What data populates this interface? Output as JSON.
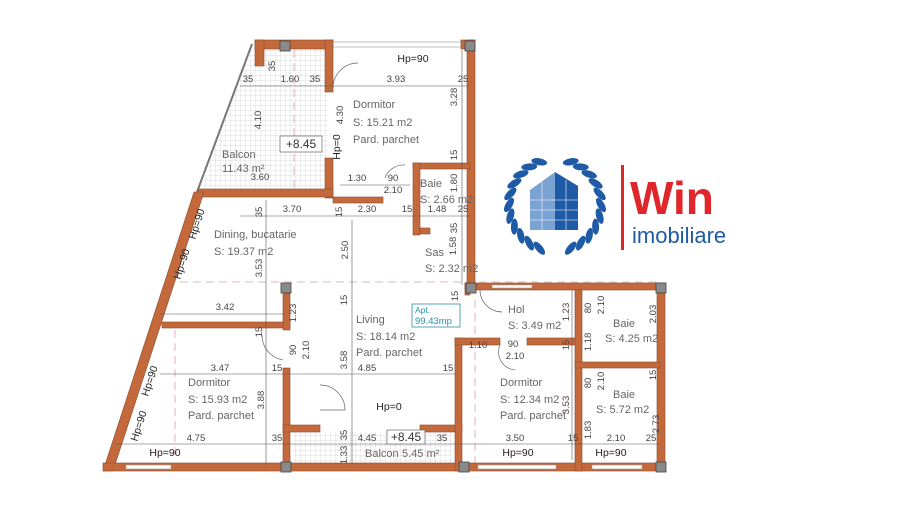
{
  "colors": {
    "wall": "#c4693c",
    "brand_red": "#e0252b",
    "brand_blue": "#1f5aa6",
    "apt_label": "#2a8fa8"
  },
  "rooms": [
    {
      "name": "Balcon",
      "area": "11.43 m²"
    },
    {
      "name": "Dormitor",
      "area": "S: 15.21 m2",
      "floor": "Pard. parchet"
    },
    {
      "name": "Baie",
      "area": "S: 2.66 m2"
    },
    {
      "name": "Dining, bucatarie",
      "area": "S: 19.37 m2"
    },
    {
      "name": "Sas",
      "area": "S: 2.32 m2"
    },
    {
      "name": "Living",
      "area": "S: 18.14 m2",
      "floor": "Pard. parchet"
    },
    {
      "name": "Hol",
      "area": "S: 3.49 m2"
    },
    {
      "name": "Dormitor",
      "area": "S: 15.93 m2",
      "floor": "Pard. parchet"
    },
    {
      "name": "Dormitor",
      "area": "S: 12.34 m2",
      "floor": "Pard. parchet"
    },
    {
      "name": "Baie",
      "area": "S: 4.25 m2"
    },
    {
      "name": "Baie",
      "area": "S: 5.72 m2"
    },
    {
      "name": "Balcon",
      "area": "5.45 m²"
    }
  ],
  "elevations": [
    "+8.45",
    "+8.45"
  ],
  "apartment": {
    "label": "Apt.",
    "area": "99.43mp"
  },
  "heights": [
    "Hp=90",
    "Hp=0",
    "Hp=90",
    "Hp=90",
    "Hp=90",
    "Hp=90",
    "Hp=0",
    "Hp=90",
    "Hp=90",
    "Hp=90"
  ],
  "dimensions": [
    "35",
    "1.60",
    "35",
    "3.93",
    "25",
    "35",
    "4.10",
    "4.30",
    "3.28",
    "15",
    "3.60",
    "1.30",
    "90",
    "2.10",
    "1.80",
    "35",
    "3.70",
    "15",
    "2.30",
    "15",
    "1.48",
    "25",
    "35",
    "2.50",
    "1.58",
    "3.53",
    "15",
    "15",
    "3.42",
    "1.23",
    "15",
    "90",
    "2.10",
    "3.47",
    "15",
    "4.85",
    "15",
    "3.58",
    "3.88",
    "4.75",
    "35",
    "35",
    "4.45",
    "35",
    "1.33",
    "1.23",
    "80",
    "2.10",
    "2.03",
    "1.10",
    "90",
    "2.10",
    "15",
    "1.18",
    "15",
    "80",
    "2.10",
    "2.73",
    "3.53",
    "1.83",
    "3.50",
    "15",
    "2.10",
    "25"
  ],
  "logo": {
    "brand": "Win",
    "subtitle": "imobiliare",
    "icon": "laurel-wreath-building-icon"
  }
}
